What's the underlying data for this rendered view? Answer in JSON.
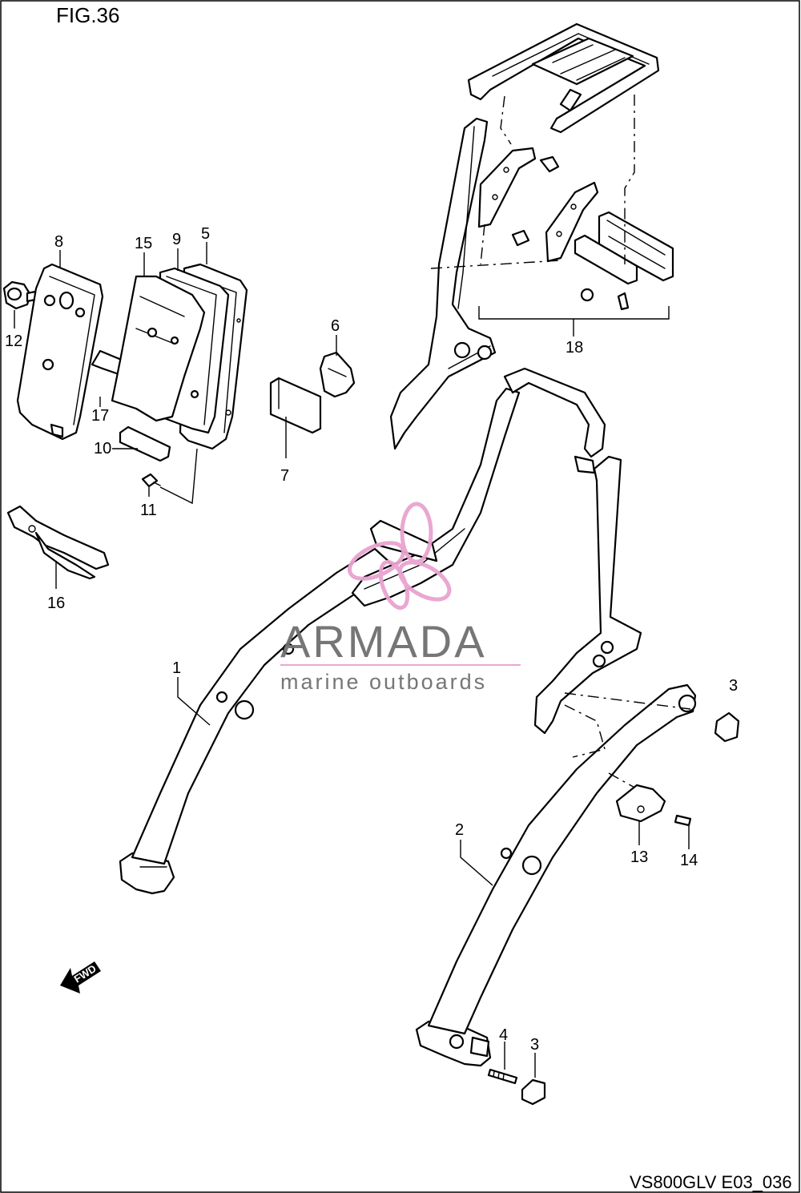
{
  "figure": {
    "title": "FIG.36",
    "model_code": "VS800GLV E03_036"
  },
  "watermark": {
    "brand": "ARMADA",
    "tagline": "marine outboards",
    "accent_color": "#e8a3cf",
    "text_color": "#6f6f6f"
  },
  "direction_marker": {
    "label": "FWD",
    "icon": "arrow-left-icon"
  },
  "callouts": {
    "n1": "1",
    "n2": "2",
    "n3a": "3",
    "n3b": "3",
    "n4": "4",
    "n5": "5",
    "n6": "6",
    "n7": "7",
    "n8": "8",
    "n9": "9",
    "n10": "10",
    "n11": "11",
    "n12": "12",
    "n13": "13",
    "n14": "14",
    "n15": "15",
    "n16": "16",
    "n17": "17",
    "n18": "18"
  }
}
